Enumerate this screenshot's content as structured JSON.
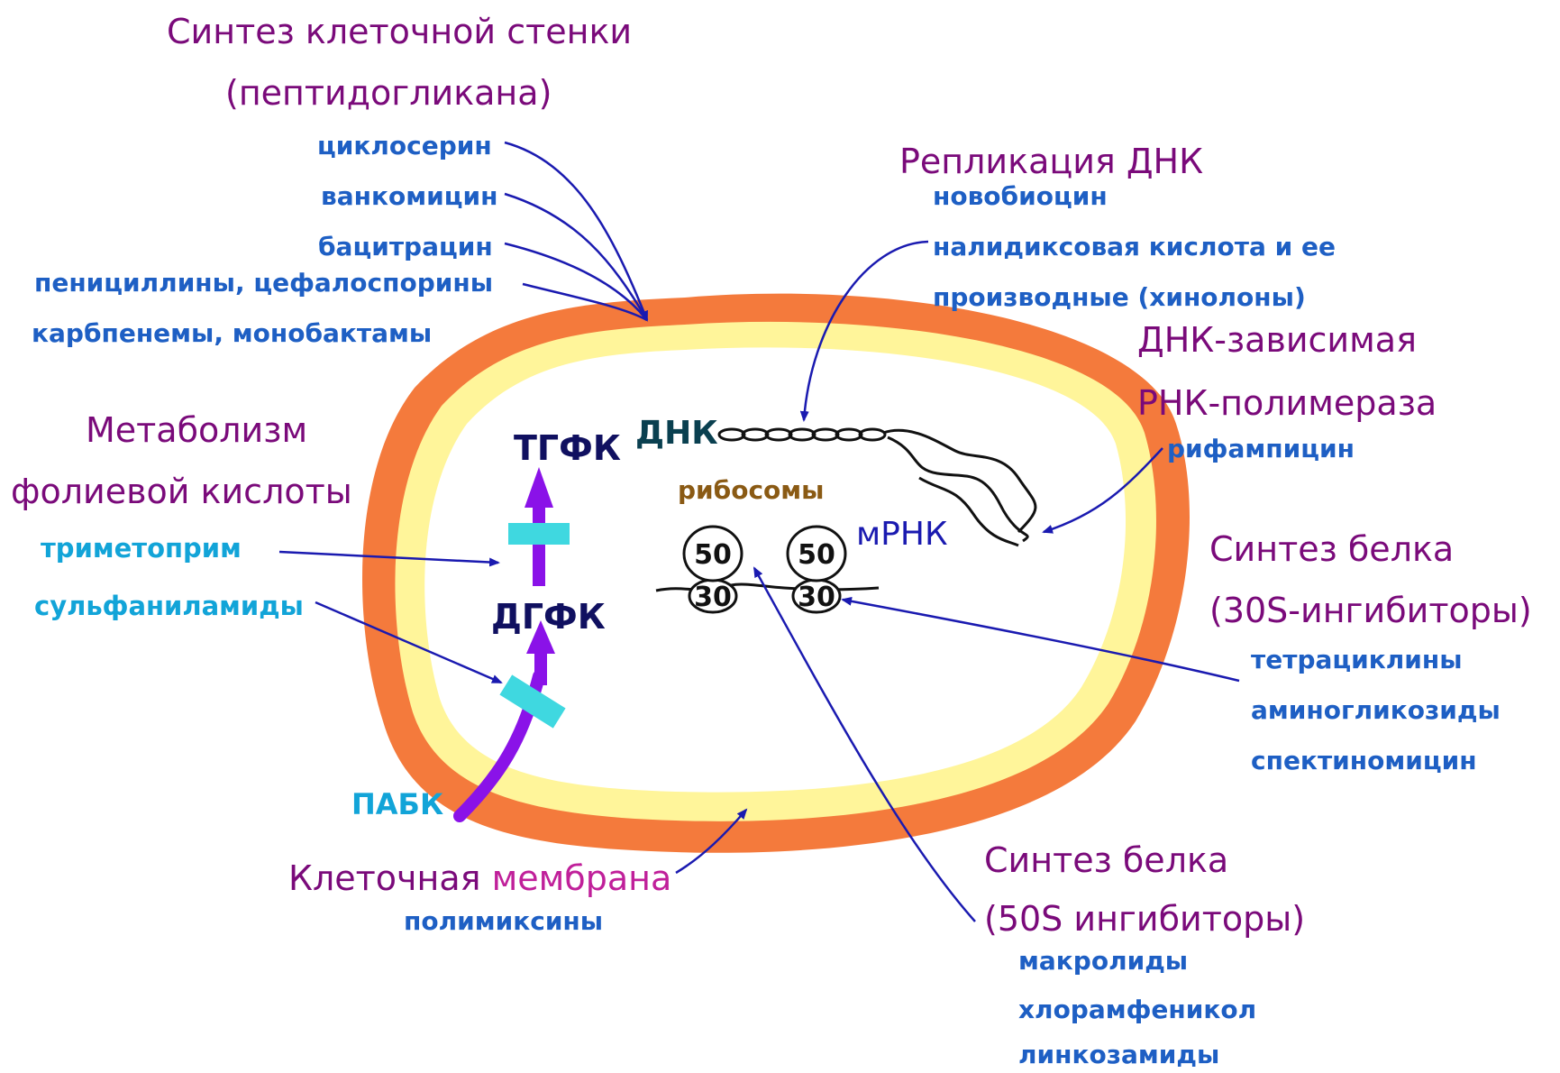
{
  "colors": {
    "heading": "#7a0a7a",
    "drug_blue": "#1e5fc4",
    "drug_cyan": "#12a4d8",
    "outer_wall": "#f47a3c",
    "inner_membrane": "#fff59a",
    "arrow": "#1a1ab0",
    "pathway_arrow": "#8a12e8",
    "block": "#3fd8e0"
  },
  "cell_wall": {
    "title_line1": "Синтез клеточной стенки",
    "title_line2": "(пептидогликана)",
    "drugs": [
      "циклосерин",
      "ванкомицин",
      "бацитрацин",
      "пенициллины, цефалоспорины",
      "карбпенемы, монобактамы"
    ]
  },
  "dna_replication": {
    "title": "Репликация ДНК",
    "drugs": [
      "новобиоцин",
      "налидиксовая кислота и ее",
      "производные (хинолоны)"
    ]
  },
  "rna_polymerase": {
    "title_line1": "ДНК-зависимая",
    "title_line2": "РНК-полимераза",
    "drug": "рифампицин"
  },
  "folate": {
    "title_line1": "Метаболизм",
    "title_line2": "фолиевой кислоты",
    "drugs": [
      "триметоприм",
      "сульфаниламиды"
    ],
    "products": {
      "top": "ТГФК",
      "middle": "ДГФК",
      "bottom": "ПАБК"
    }
  },
  "inside": {
    "dna_label": "ДНК",
    "ribosomes_label": "рибосомы",
    "mrna_label": "мРНК",
    "large_subunit": "50",
    "small_subunit": "30"
  },
  "protein_30s": {
    "title_line1": "Синтез белка",
    "title_line2": "(30S-ингибиторы)",
    "drugs": [
      "тетрациклины",
      "аминогликозиды",
      "спектиномицин"
    ]
  },
  "protein_50s": {
    "title_line1": "Синтез белка",
    "title_line2": "(50S ингибиторы)",
    "drugs": [
      "макролиды",
      "хлорамфеникол",
      "линкозамиды"
    ]
  },
  "membrane": {
    "title_part1": "Клеточная ",
    "title_part2": "мембрана",
    "drug": "полимиксины"
  }
}
